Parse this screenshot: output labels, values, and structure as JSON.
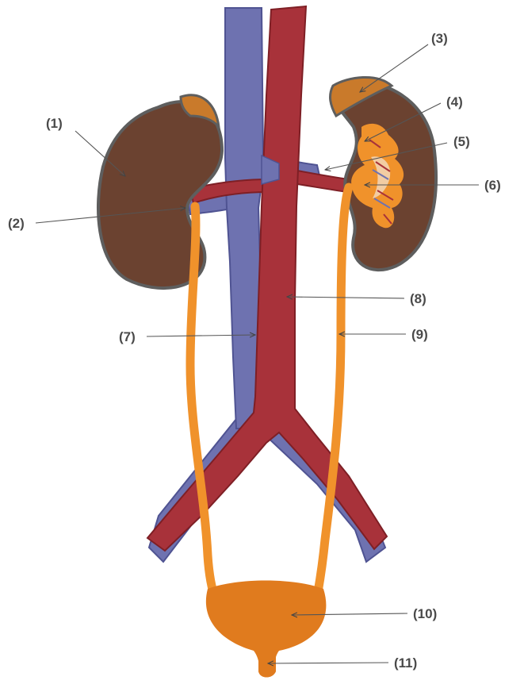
{
  "labels": {
    "l1": "(1)",
    "l2": "(2)",
    "l3": "(3)",
    "l4": "(4)",
    "l5": "(5)",
    "l6": "(6)",
    "l7": "(7)",
    "l8": "(8)",
    "l9": "(9)",
    "l10": "(10)",
    "l11": "(11)"
  },
  "colors": {
    "vein": "#6e72b0",
    "vein_dark": "#4f5392",
    "artery": "#a8323a",
    "artery_dark": "#7e1f25",
    "kidney": "#6b4230",
    "kidney_outline": "#5e5e5e",
    "adrenal": "#c97a2b",
    "ureter": "#f0922b",
    "bladder": "#e07b1e",
    "pelvis_light": "#f2d3b0"
  }
}
